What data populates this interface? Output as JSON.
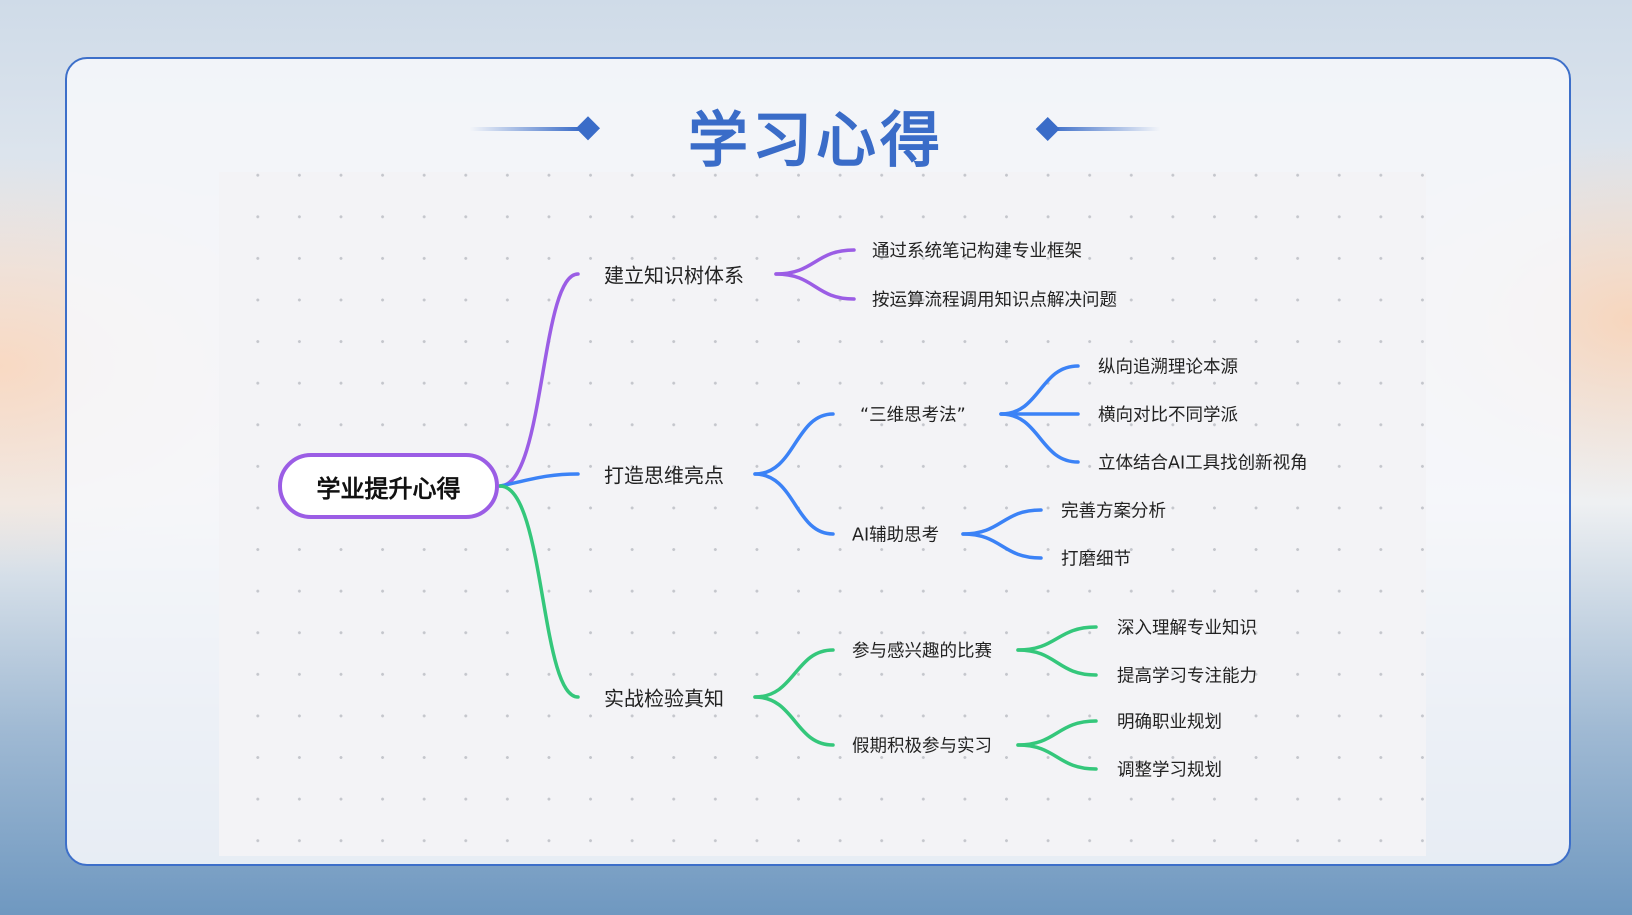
{
  "title": "学习心得",
  "colors": {
    "accent": "#3a6cc8",
    "branch1": "#9b5de5",
    "branch2": "#3b82f6",
    "branch3": "#34c77b"
  },
  "root": "学业提升心得",
  "branches": [
    {
      "label": "建立知识树体系",
      "children": [
        {
          "label": "通过系统笔记构建专业框架"
        },
        {
          "label": "按运算流程调用知识点解决问题"
        }
      ]
    },
    {
      "label": "打造思维亮点",
      "children": [
        {
          "label": "“三维思考法”",
          "children": [
            "纵向追溯理论本源",
            "横向对比不同学派",
            "立体结合AI工具找创新视角"
          ]
        },
        {
          "label": "AI辅助思考",
          "children": [
            "完善方案分析",
            "打磨细节"
          ]
        }
      ]
    },
    {
      "label": "实战检验真知",
      "children": [
        {
          "label": "参与感兴趣的比赛",
          "children": [
            "深入理解专业知识",
            "提高学习专注能力"
          ]
        },
        {
          "label": "假期积极参与实习",
          "children": [
            "明确职业规划",
            "调整学习规划"
          ]
        }
      ]
    }
  ]
}
